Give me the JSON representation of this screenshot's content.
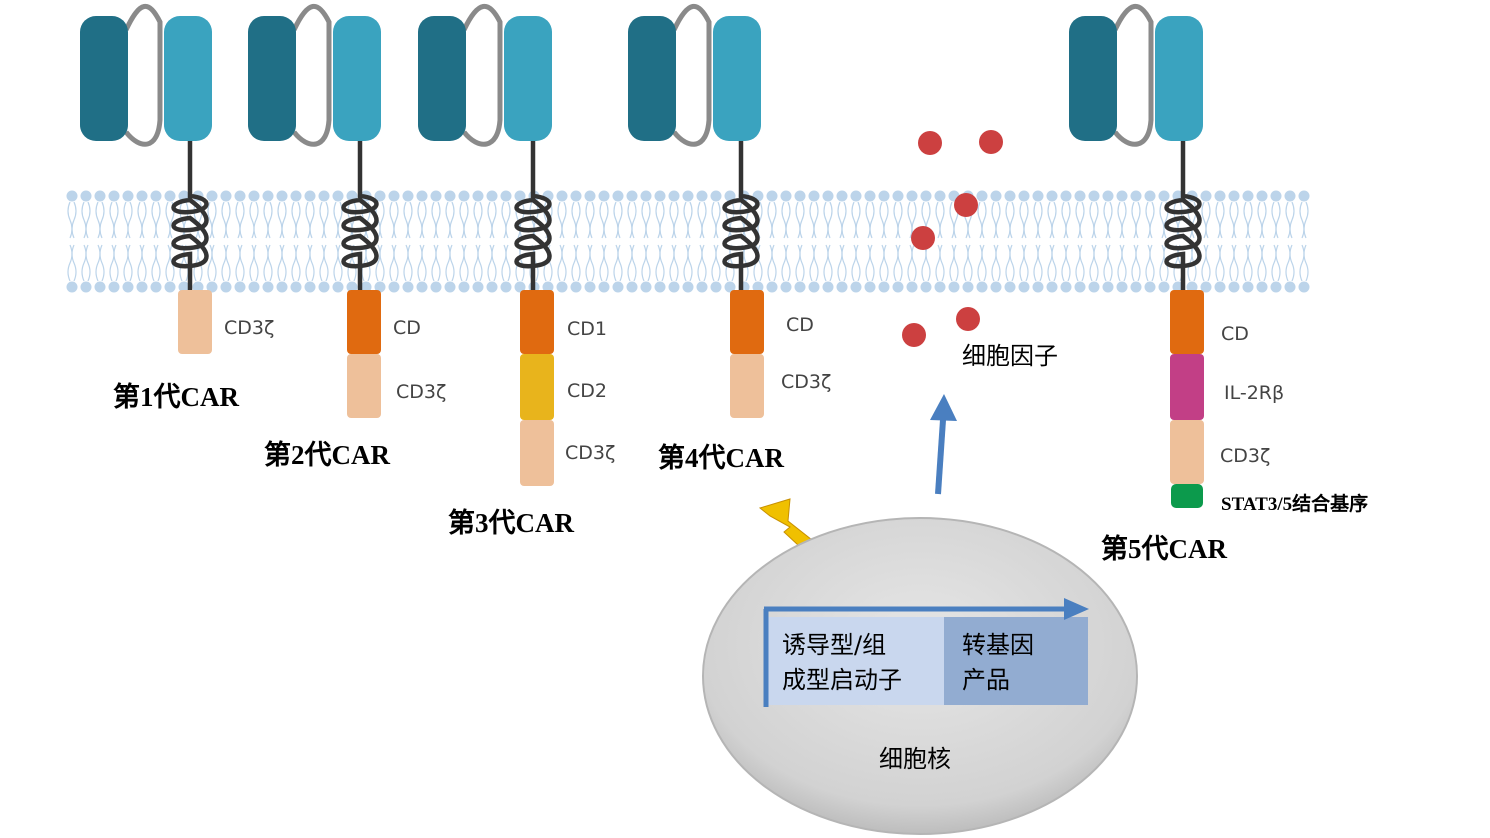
{
  "colors": {
    "receptor_dark": "#206f86",
    "receptor_light": "#3aa3bf",
    "costim_orange": "#e06a10",
    "cd3z_tan": "#eec09a",
    "cd2_yellow": "#e8b41c",
    "il2rb_magenta": "#c23f86",
    "stat_green": "#0c9a4c",
    "cytokine_red": "#cc4040",
    "membrane": "#bcd4ea",
    "nucleus_gray": "#d9d9d9",
    "arrow_blue": "#4a7fc0",
    "promoter_box": "#c9d7ee",
    "transgene_box": "#92acd1"
  },
  "generations": {
    "gen1": {
      "label": "第1代CAR",
      "domains": [
        "CD3ζ"
      ]
    },
    "gen2": {
      "label": "第2代CAR",
      "domains": [
        "CD",
        "CD3ζ"
      ]
    },
    "gen3": {
      "label": "第3代CAR",
      "domains": [
        "CD1",
        "CD2",
        "CD3ζ"
      ]
    },
    "gen4": {
      "label": "第4代CAR",
      "domains": [
        "CD",
        "CD3ζ"
      ]
    },
    "gen5": {
      "label": "第5代CAR",
      "domains": [
        "CD",
        "IL-2Rβ",
        "CD3ζ"
      ],
      "stat_label": "STAT3/5结合基序"
    }
  },
  "cytokine_label": "细胞因子",
  "nucleus": {
    "promoter_line1": "诱导型/组",
    "promoter_line2": "成型启动子",
    "transgene_line1": "转基因",
    "transgene_line2": "产品",
    "label": "细胞核"
  }
}
